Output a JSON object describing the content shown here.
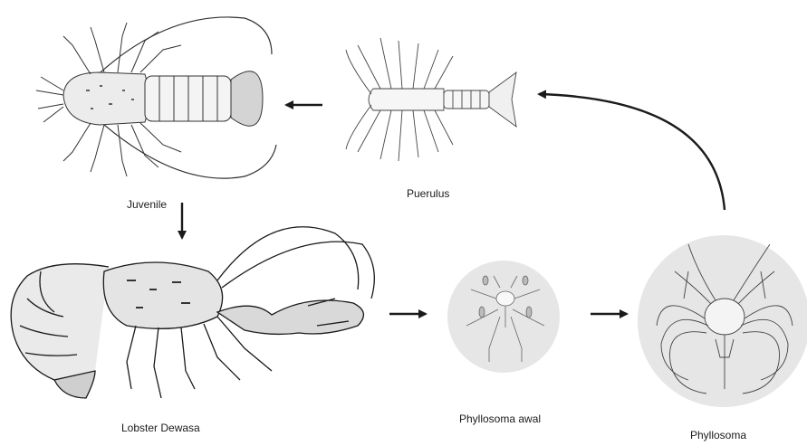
{
  "diagram": {
    "stages": [
      {
        "id": "juvenile",
        "label": "Juvenile"
      },
      {
        "id": "puerulus",
        "label": "Puerulus"
      },
      {
        "id": "adult",
        "label": "Lobster Dewasa"
      },
      {
        "id": "early-phyllosoma",
        "label": "Phyllosoma awal"
      },
      {
        "id": "phyllosoma",
        "label": "Phyllosoma"
      }
    ],
    "flow": [
      {
        "from": "adult",
        "to": "early-phyllosoma"
      },
      {
        "from": "early-phyllosoma",
        "to": "phyllosoma"
      },
      {
        "from": "phyllosoma",
        "to": "puerulus"
      },
      {
        "from": "puerulus",
        "to": "juvenile"
      },
      {
        "from": "juvenile",
        "to": "adult"
      }
    ],
    "colors": {
      "circle_fill": "#e6e6e6",
      "line": "#1a1a1a",
      "body_fill": "#f2f2f2"
    }
  }
}
